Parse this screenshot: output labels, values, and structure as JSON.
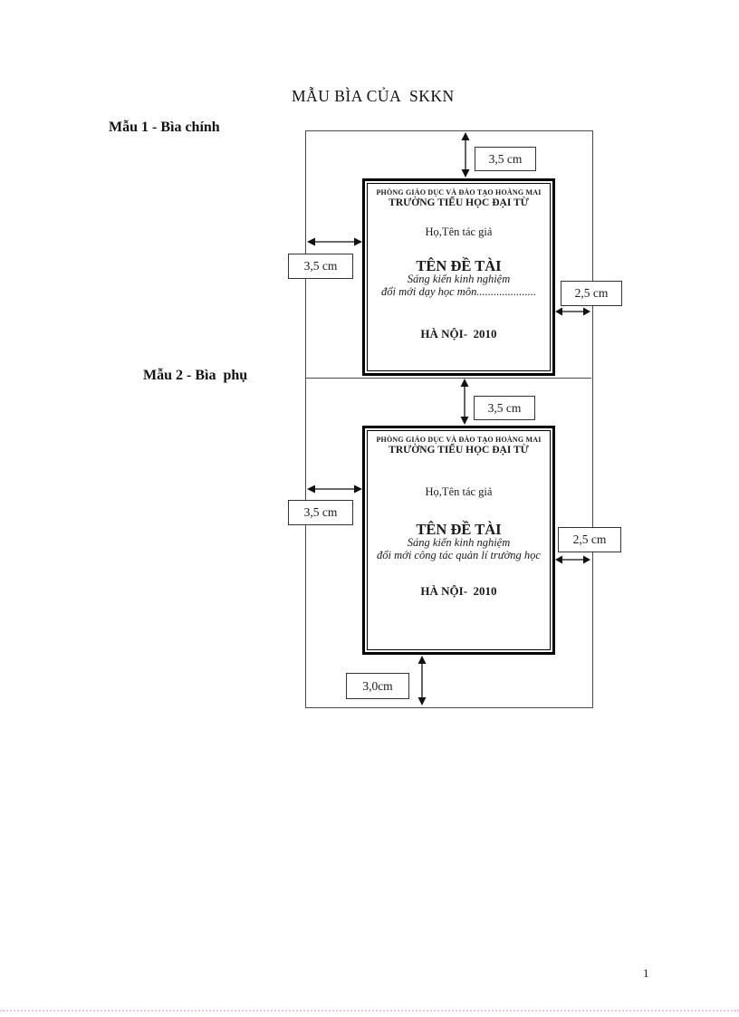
{
  "title": "MẪU BÌA CỦA  SKKN",
  "page_number": "1",
  "diagrams": [
    {
      "label": "Mẫu 1 - Bìa chính",
      "margins": {
        "top": "3,5 cm",
        "left": "3,5 cm",
        "right": "2,5 cm"
      },
      "cover": {
        "department": "PHÒNG GIÁO DỤC VÀ ĐÀO TẠO HOÀNG MAI",
        "school": "TRƯỜNG TIỂU HỌC ĐẠI TỪ",
        "author": "Họ,Tên tác giả",
        "topic_title": "TÊN ĐỀ TÀI",
        "topic_line1": "Sáng kiến kinh nghiệm",
        "topic_line2": "đổi mới dạy học môn.....................",
        "place_year": "HÀ NỘI-  2010"
      }
    },
    {
      "label": "Mẫu 2 - Bìa  phụ",
      "margins": {
        "top": "3,5 cm",
        "left": "3,5 cm",
        "right": "2,5 cm",
        "bottom": "3,0cm"
      },
      "cover": {
        "department": "PHÒNG GIÁO DỤC VÀ ĐÀO TẠO HOÀNG MAI",
        "school": "TRƯỜNG TIỂU HỌC ĐẠI TỪ",
        "author": "Họ,Tên tác giả",
        "topic_title": "TÊN ĐỀ TÀI",
        "topic_line1": "Sáng kiến kinh nghiệm",
        "topic_line2": "đổi mới công tác quản lí trường học",
        "place_year": "HÀ NỘI-  2010"
      }
    }
  ]
}
